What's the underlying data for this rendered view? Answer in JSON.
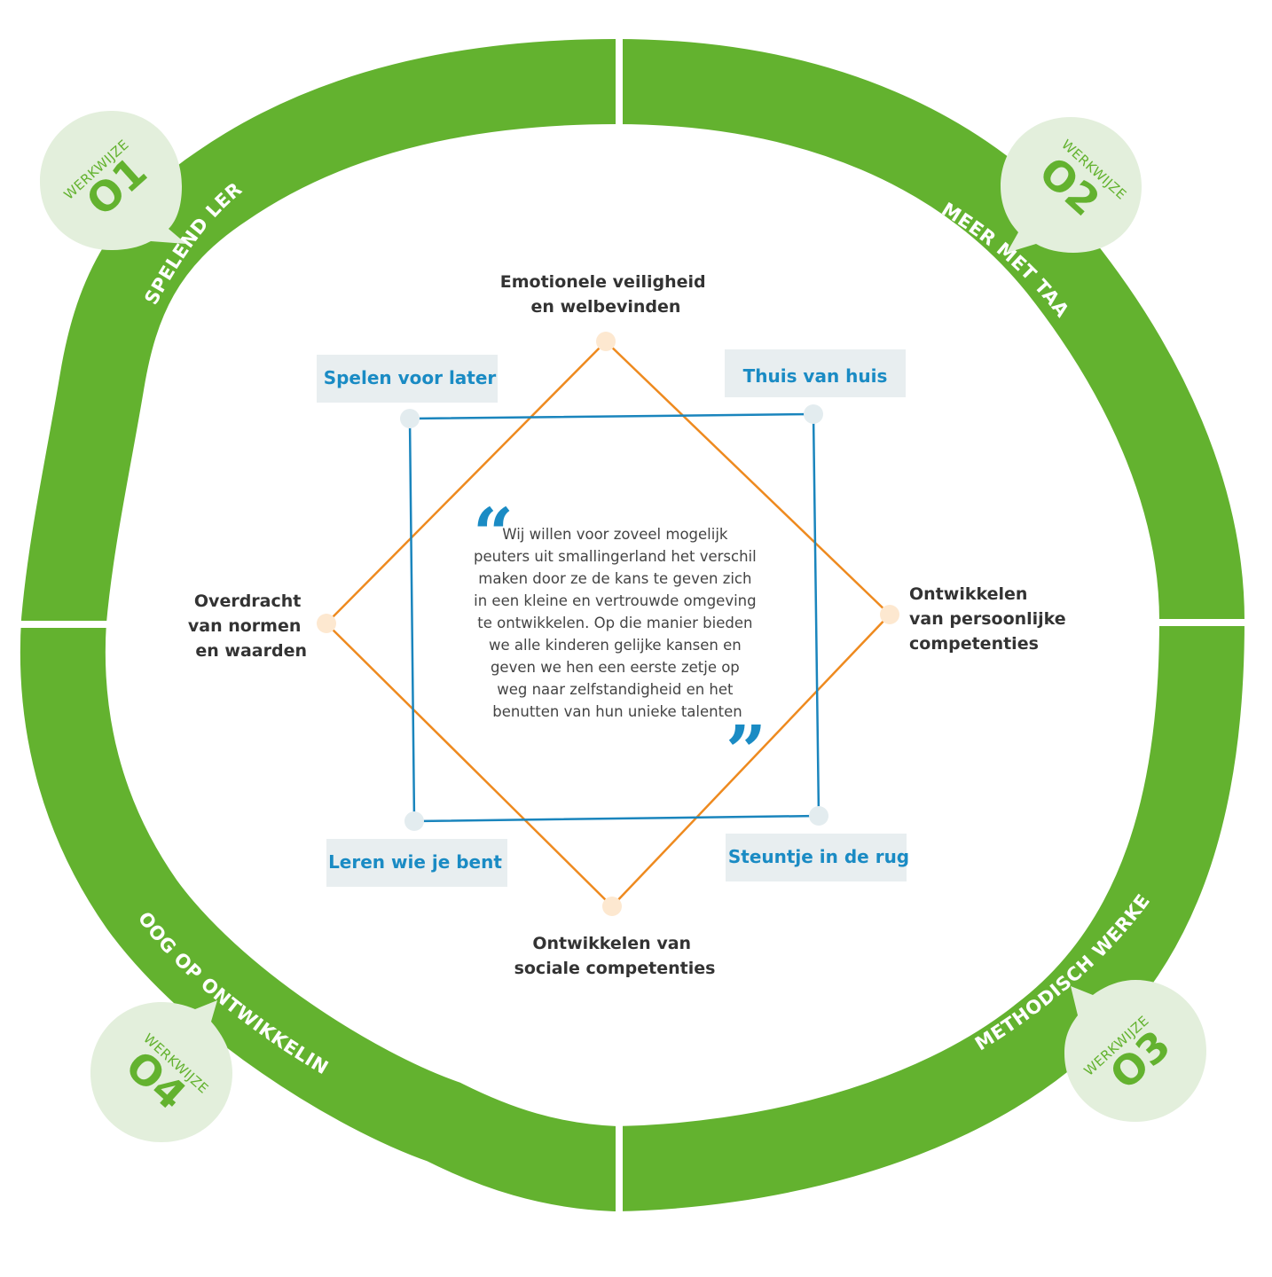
{
  "ring": {
    "segments": [
      {
        "label": "SPELEND LEREN"
      },
      {
        "label": "MEER MET TAAL"
      },
      {
        "label": "METHODISCH WERKEN"
      },
      {
        "label": "OOG OP ONTWIKKELING"
      }
    ]
  },
  "badges": [
    {
      "small": "WERKWIJZE",
      "number": "O1"
    },
    {
      "small": "WERKWIJZE",
      "number": "O2"
    },
    {
      "small": "WERKWIJZE",
      "number": "O3"
    },
    {
      "small": "WERKWIJZE",
      "number": "O4"
    }
  ],
  "diamond": {
    "top": [
      "Emotionele veiligheid",
      "en welbevinden"
    ],
    "right": [
      "Ontwikkelen",
      "van persoonlijke",
      "competenties"
    ],
    "bottom": [
      "Ontwikkelen van",
      "sociale competenties"
    ],
    "left": [
      "Overdracht",
      "van normen",
      "en waarden"
    ]
  },
  "square": {
    "top_left": "Spelen voor later",
    "top_right": "Thuis van huis",
    "bottom_left": "Leren wie je bent",
    "bottom_right": "Steuntje in de rug"
  },
  "quote": {
    "open_mark": "“",
    "close_mark": "”",
    "lines": [
      "Wij willen voor zoveel mogelijk",
      "peuters uit smallingerland het verschil",
      "maken door ze de kans te geven zich",
      "in een kleine en vertrouwde omgeving",
      "te ontwikkelen. Op die manier bieden",
      "we alle kinderen gelijke kansen en",
      "geven we hen een eerste zetje op",
      "weg naar zelfstandigheid en het",
      "benutten van hun unieke talenten"
    ]
  },
  "colors": {
    "ring_green": "#63b22f",
    "badge_fill": "#e3efdc",
    "diamond_orange": "#ee8a1f",
    "square_blue": "#1a85bd",
    "label_box": "#e8eef0"
  }
}
